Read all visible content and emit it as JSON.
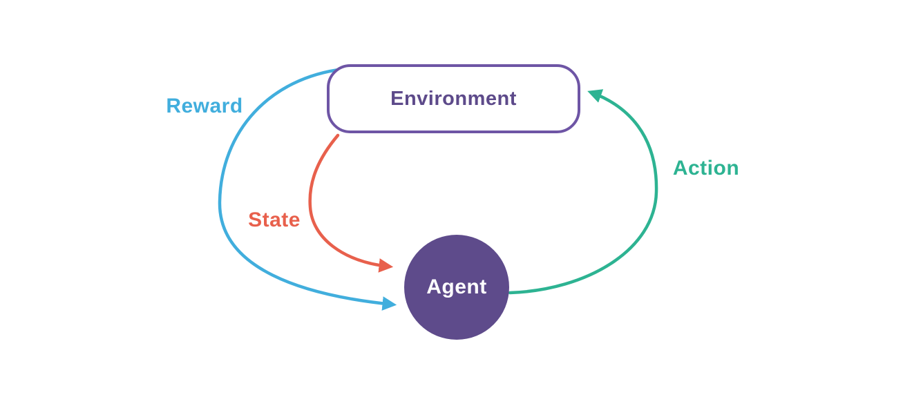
{
  "diagram": {
    "background": "#ffffff",
    "nodes": {
      "environment": {
        "label": "Environment",
        "shape": "rounded-rectangle",
        "border_color": "#6e55a5",
        "fill_color": "#ffffff",
        "text_color": "#5d4a8a"
      },
      "agent": {
        "label": "Agent",
        "shape": "circle",
        "fill_color": "#5e4b8b",
        "text_color": "#ffffff"
      }
    },
    "edges": {
      "reward": {
        "label": "Reward",
        "color": "#41aedd",
        "from": "environment",
        "to": "agent"
      },
      "state": {
        "label": "State",
        "color": "#e8604c",
        "from": "environment",
        "to": "agent"
      },
      "action": {
        "label": "Action",
        "color": "#2db392",
        "from": "agent",
        "to": "environment"
      }
    }
  }
}
